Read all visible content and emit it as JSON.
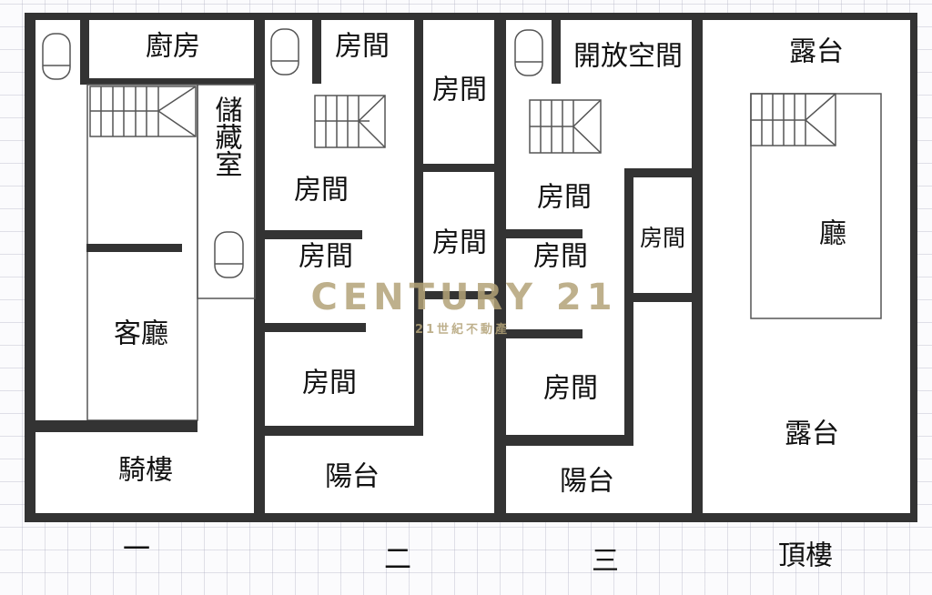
{
  "floors": [
    {
      "label": "一",
      "rooms": [
        "廚房",
        "儲藏室",
        "客廳",
        "騎樓"
      ]
    },
    {
      "label": "二",
      "rooms": [
        "房間",
        "房間",
        "房間",
        "房間",
        "房間",
        "房間",
        "陽台"
      ]
    },
    {
      "label": "三",
      "rooms": [
        "開放空間",
        "房間",
        "房間",
        "房間",
        "房間",
        "陽台"
      ]
    },
    {
      "label": "頂樓",
      "rooms": [
        "露台",
        "廳",
        "露台"
      ]
    }
  ],
  "watermark": {
    "brand": "CENTURY 21",
    "subtitle": "21世紀不動產",
    "color": "#b3a378"
  },
  "colors": {
    "wall": "#333333",
    "background": "#ffffff"
  }
}
